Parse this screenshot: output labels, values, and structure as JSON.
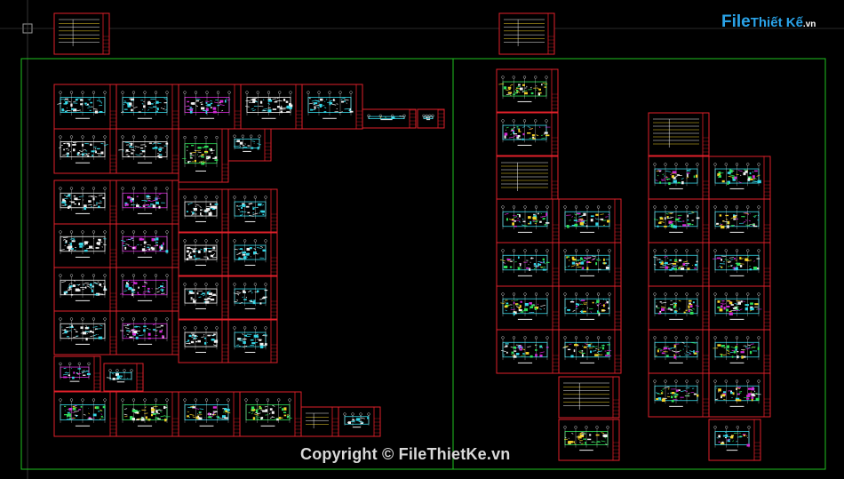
{
  "watermark": {
    "logo_file": "File",
    "logo_brand": "Thiết Kế",
    "logo_suffix": ".vn",
    "copyright": "Copyright © FileThietKe.vn"
  },
  "colors": {
    "background": "#000000",
    "sheet_border": "#e0202a",
    "frame": "#1fc21f",
    "content_white": "#f0f0f0",
    "content_cyan": "#34d6e6",
    "content_magenta": "#d22ad6",
    "content_yellow": "#f2d22a",
    "content_green": "#2ee05a",
    "content_blue": "#3a6af2"
  },
  "icons": [
    "crosshair-icon"
  ]
}
